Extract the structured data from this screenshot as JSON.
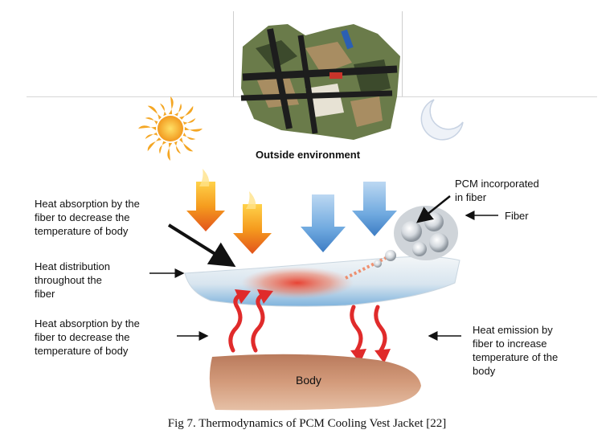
{
  "diagram": {
    "outside_label": "Outside environment",
    "pcm_label": "PCM incorporated\nin fiber",
    "fiber_label": "Fiber",
    "heat_absorption_top": "Heat  absorption by the\nfiber to decrease the\ntemperature of body",
    "heat_distribution": "Heat distribution\nthroughout the\nfiber",
    "heat_absorption_bottom": "Heat  absorption by the\nfiber to decrease the\ntemperature of body",
    "heat_emission": "Heat emission by\nfiber to increase\ntemperature of the\nbody",
    "body_label": "Body"
  },
  "caption": "Fig 7. Thermodynamics of PCM Cooling Vest Jacket [22]",
  "icons": [
    "sun-icon",
    "moon-icon",
    "vest-image",
    "flame-arrow-icon",
    "ice-arrow-icon",
    "fiber-bubbles-icon",
    "arm-icon"
  ],
  "colors": {
    "flame": "#f29a1f",
    "ice": "#6aa6dc",
    "heat_wave": "#e02b2b",
    "skin": "#c98a6a"
  }
}
